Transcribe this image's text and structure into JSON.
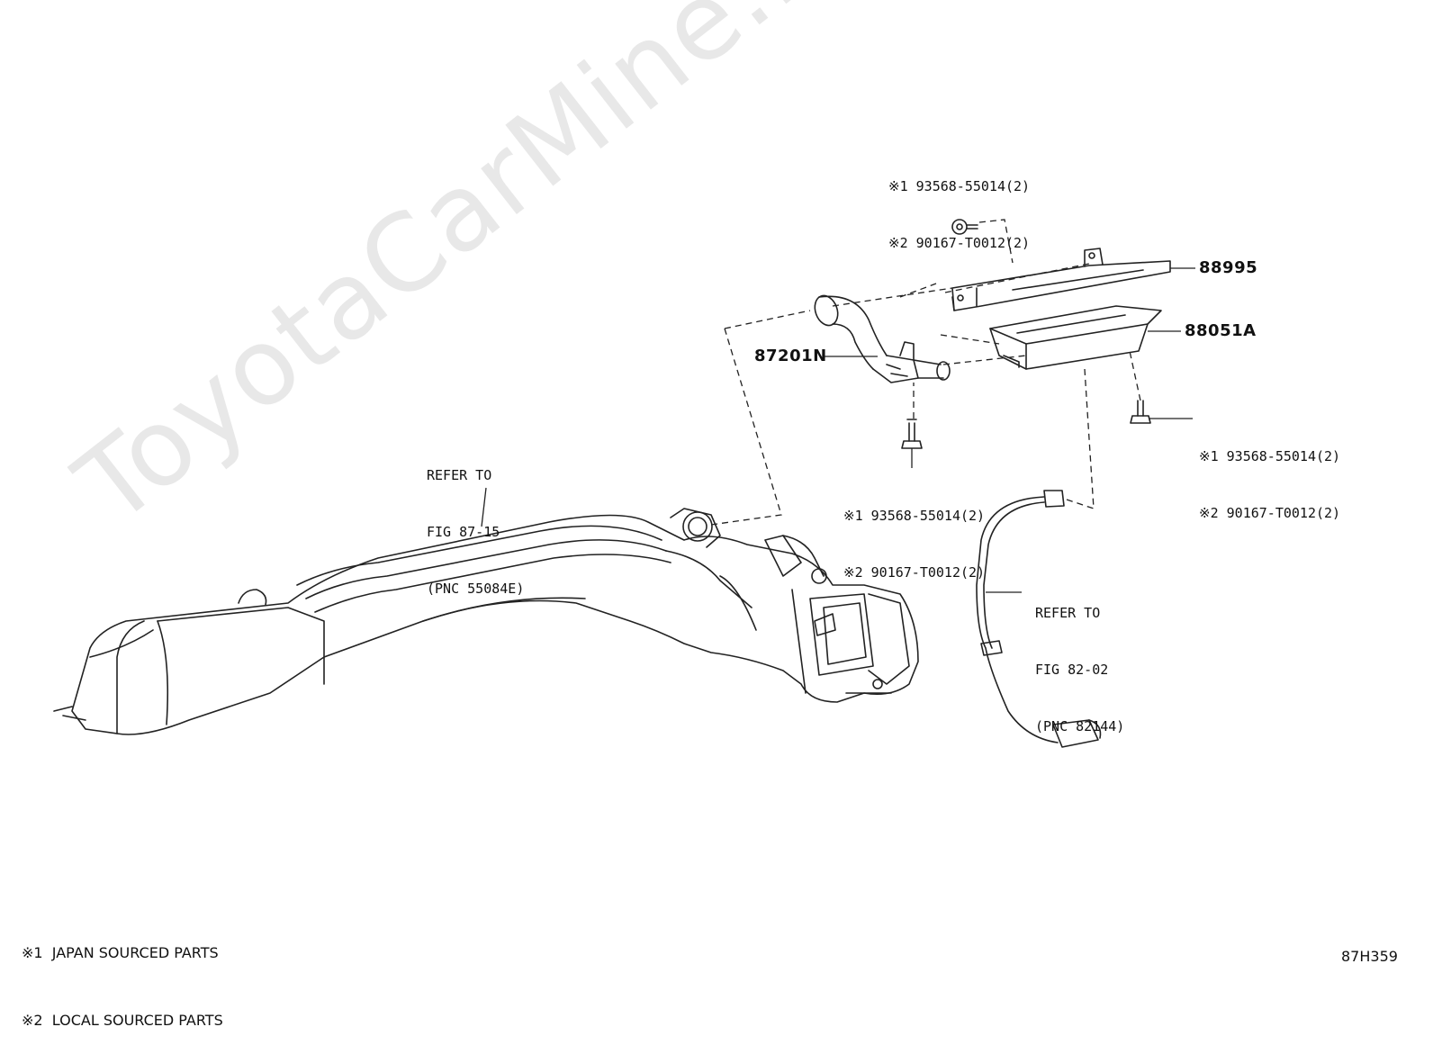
{
  "watermark": "ToyotaCarMine.ru",
  "callouts": {
    "top_fastener": [
      "※1 93568-55014(2)",
      "※2 90167-T0012(2)"
    ],
    "right_fastener": [
      "※1 93568-55014(2)",
      "※2 90167-T0012(2)"
    ],
    "mid_fastener": [
      "※1 93568-55014(2)",
      "※2 90167-T0012(2)"
    ]
  },
  "part_numbers": {
    "bracket": "88995",
    "amplifier": "88051A",
    "hose": "87201N"
  },
  "references": {
    "duct": [
      "REFER TO",
      "FIG 87-15",
      "(PNC 55084E)"
    ],
    "harness": [
      "REFER TO",
      "FIG 82-02",
      "(PNC 82144)"
    ]
  },
  "notes": [
    "※1  JAPAN SOURCED PARTS",
    "※2  LOCAL SOURCED PARTS"
  ],
  "figure_code": "87H359"
}
